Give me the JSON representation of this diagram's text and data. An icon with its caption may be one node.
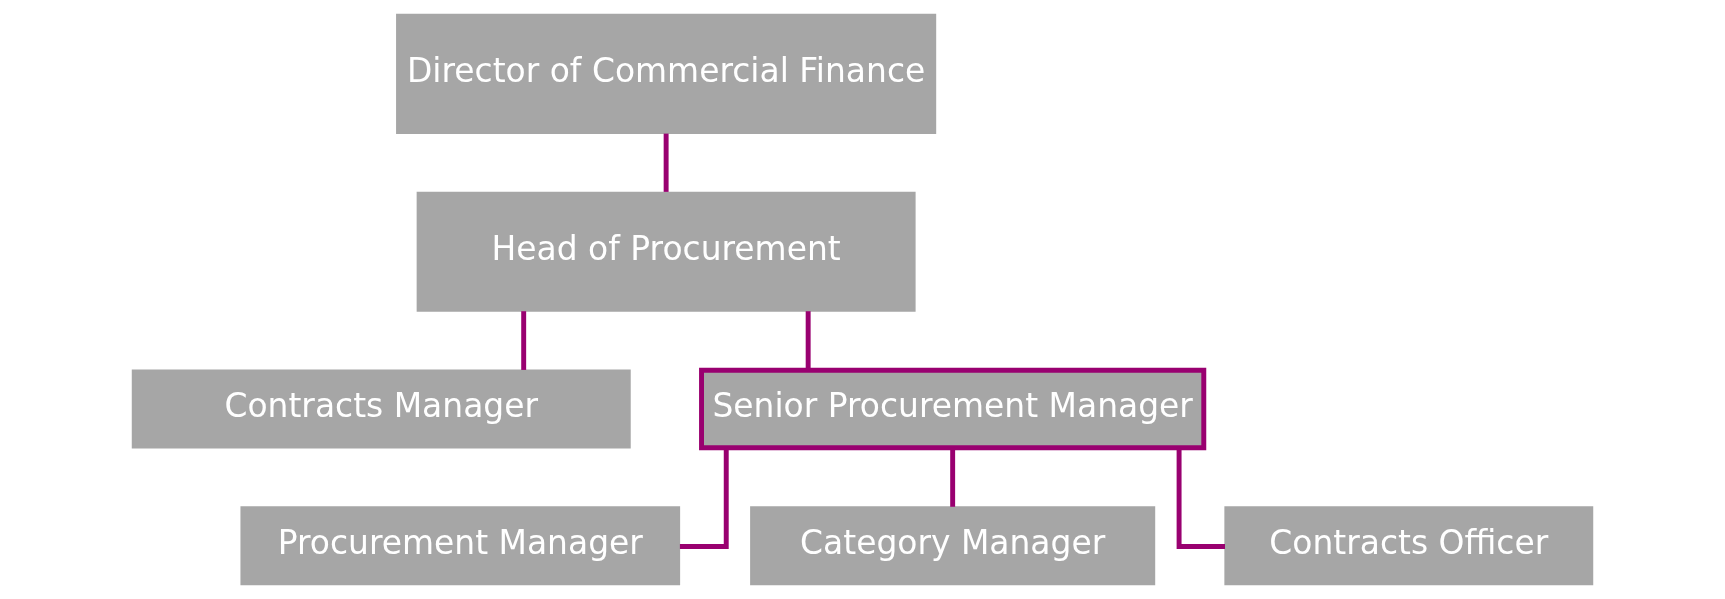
{
  "diagram": {
    "nodes": [
      {
        "text": [
          "Director of Commercial Finance"
        ]
      },
      {
        "text": [
          "Head of Procurement"
        ]
      },
      {
        "text": [
          "Contracts Manager"
        ]
      },
      {
        "text": [
          "Senior Procurement Manager"
        ]
      },
      {
        "text": [
          "Procurement Manager"
        ]
      },
      {
        "text": [
          "Category Manager"
        ]
      },
      {
        "text": [
          "Contracts Officer"
        ]
      }
    ],
    "edges": [
      {
        "from": 0,
        "to": 1,
        "arrow": "none"
      },
      {
        "from": 1,
        "to": 2,
        "arrow": "none"
      },
      {
        "from": 1,
        "to": 3,
        "arrow": "none"
      },
      {
        "from": 3,
        "to": 4,
        "arrow": "none"
      },
      {
        "from": 3,
        "to": 5,
        "arrow": "none"
      },
      {
        "from": 3,
        "to": 6,
        "arrow": "none"
      }
    ]
  }
}
